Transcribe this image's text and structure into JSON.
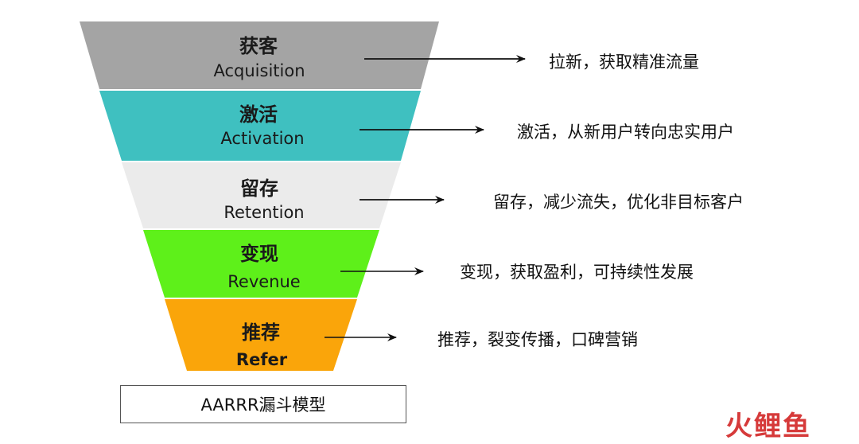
{
  "stages": [
    {
      "cn": "获客",
      "en": "Acquisition",
      "color": "#a4a4a4",
      "description": "拉新，获取精准流量"
    },
    {
      "cn": "激活",
      "en": "Activation",
      "color": "#3fc0c0",
      "description": "激活，从新用户转向忠实用户"
    },
    {
      "cn": "留存",
      "en": "Retention",
      "color": "#ebebeb",
      "description": "留存，减少流失，优化非目标客户"
    },
    {
      "cn": "变现",
      "en": "Revenue",
      "color": "#5ef01a",
      "description": "变现，获取盈利，可持续性发展"
    },
    {
      "cn": "推荐",
      "en": "Refer",
      "color": "#faa50a",
      "description": "推荐，裂变传播，口碑营销"
    }
  ],
  "caption": "AARRR漏斗模型",
  "logo": "火鲤鱼",
  "arrow_color": "#111111",
  "logo_color": "#d63a3a"
}
